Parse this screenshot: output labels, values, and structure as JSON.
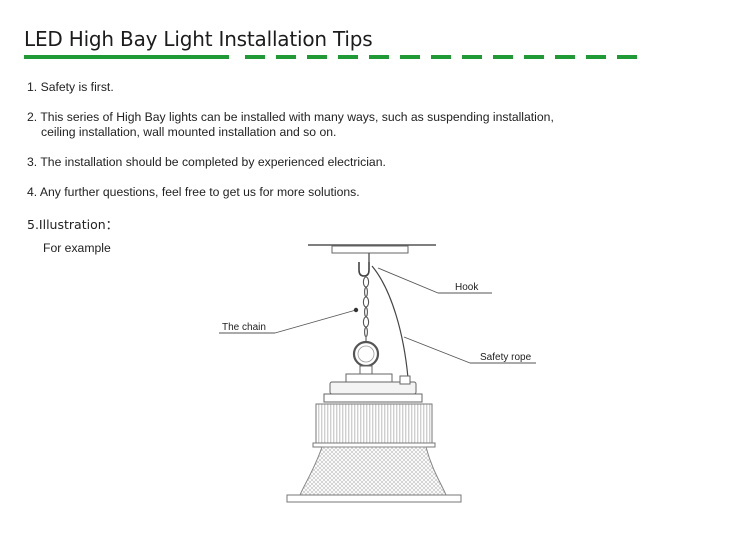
{
  "header": {
    "title": "LED High Bay Light Installation Tips",
    "accent_color": "#1f9a35"
  },
  "tips": [
    {
      "number": "1.",
      "line1": "Safety is first.",
      "line2": ""
    },
    {
      "number": "2.",
      "line1": "This series of High Bay lights can be installed with many ways, such as suspending installation,",
      "line2": "ceiling installation, wall mounted installation and so on."
    },
    {
      "number": "3.",
      "line1": "The installation should be completed by experienced electrician.",
      "line2": ""
    },
    {
      "number": "4.",
      "line1": "Any further questions, feel free to get us for more solutions.",
      "line2": ""
    }
  ],
  "illustration": {
    "label": "5.Illustration：",
    "caption": "For example",
    "callouts": {
      "hook": "Hook",
      "chain": "The chain",
      "safety_rope": "Safety rope"
    }
  }
}
